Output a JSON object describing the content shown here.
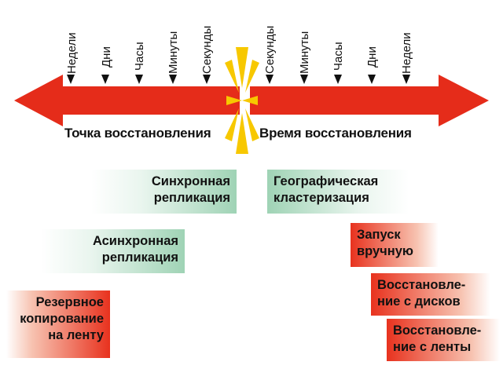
{
  "axis": {
    "left_label": "Точка восстановления",
    "right_label": "Время восстановления",
    "left_ticks": [
      "Недели",
      "Дни",
      "Часы",
      "Минуты",
      "Секунды"
    ],
    "right_ticks": [
      "Секунды",
      "Минуты",
      "Часы",
      "Дни",
      "Недели"
    ]
  },
  "solutions": {
    "sync_replication": [
      "Синхронная",
      "репликация"
    ],
    "async_replication": [
      "Асинхронная",
      "репликация"
    ],
    "tape_backup": [
      "Резервное",
      "копирование",
      "на ленту"
    ],
    "geo_clustering": [
      "Географическая",
      "кластеризация"
    ],
    "manual_start": [
      "Запуск",
      "вручную"
    ],
    "disk_restore": [
      "Восстановле-",
      "ние с дисков"
    ],
    "tape_restore": [
      "Восстановле-",
      "ние с ленты"
    ]
  },
  "colors": {
    "arrow_red": "#e52c1a",
    "burst_yellow": "#f7c800",
    "green_accent": "#9fd3b5",
    "red_accent": "#e8321e"
  }
}
